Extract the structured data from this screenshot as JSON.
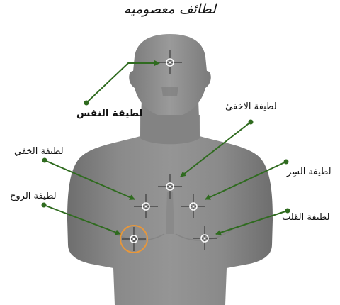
{
  "title": "لطائف معصومیه",
  "colors": {
    "body": "#8c8c8c",
    "arrow": "#2f6b1f",
    "highlight": "#e8973a",
    "crosshair": "#ffffff"
  },
  "labels": {
    "nafs": "لطيفة النفس",
    "akhfa": "لطيفة الاخفىٰ",
    "khafi": "لطيفة الخفي",
    "sirr": "لطيفة السِر",
    "ruh": "لطيفة الروح",
    "qalb": "لطيفة القلب"
  }
}
